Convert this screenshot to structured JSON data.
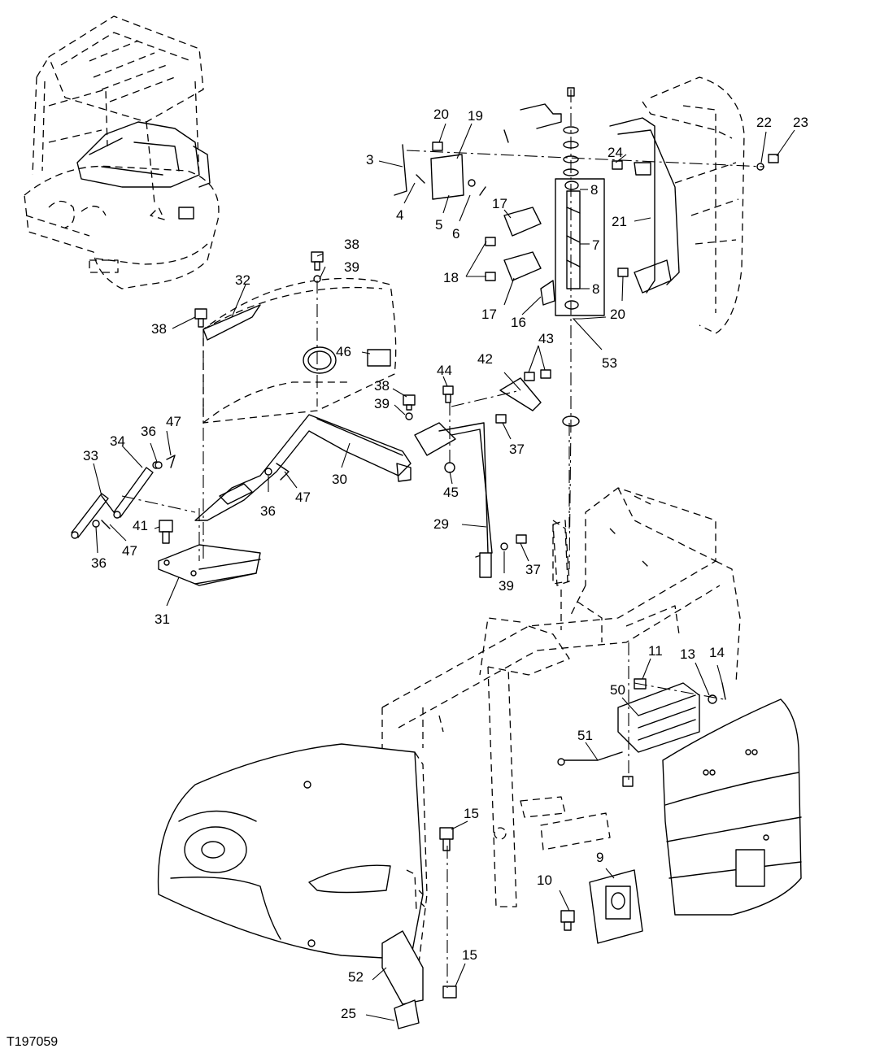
{
  "figure_id": "T197059",
  "callouts": [
    {
      "id": "c3",
      "label": "3"
    },
    {
      "id": "c4",
      "label": "4"
    },
    {
      "id": "c5",
      "label": "5"
    },
    {
      "id": "c6",
      "label": "6"
    },
    {
      "id": "c7",
      "label": "7"
    },
    {
      "id": "c8a",
      "label": "8"
    },
    {
      "id": "c8b",
      "label": "8"
    },
    {
      "id": "c9",
      "label": "9"
    },
    {
      "id": "c10",
      "label": "10"
    },
    {
      "id": "c11",
      "label": "11"
    },
    {
      "id": "c13",
      "label": "13"
    },
    {
      "id": "c14",
      "label": "14"
    },
    {
      "id": "c15a",
      "label": "15"
    },
    {
      "id": "c15b",
      "label": "15"
    },
    {
      "id": "c16",
      "label": "16"
    },
    {
      "id": "c17a",
      "label": "17"
    },
    {
      "id": "c17b",
      "label": "17"
    },
    {
      "id": "c18",
      "label": "18"
    },
    {
      "id": "c19",
      "label": "19"
    },
    {
      "id": "c20a",
      "label": "20"
    },
    {
      "id": "c20b",
      "label": "20"
    },
    {
      "id": "c21",
      "label": "21"
    },
    {
      "id": "c22",
      "label": "22"
    },
    {
      "id": "c23",
      "label": "23"
    },
    {
      "id": "c24",
      "label": "24"
    },
    {
      "id": "c25",
      "label": "25"
    },
    {
      "id": "c29",
      "label": "29"
    },
    {
      "id": "c30",
      "label": "30"
    },
    {
      "id": "c31",
      "label": "31"
    },
    {
      "id": "c32",
      "label": "32"
    },
    {
      "id": "c33",
      "label": "33"
    },
    {
      "id": "c34",
      "label": "34"
    },
    {
      "id": "c36a",
      "label": "36"
    },
    {
      "id": "c36b",
      "label": "36"
    },
    {
      "id": "c36c",
      "label": "36"
    },
    {
      "id": "c37a",
      "label": "37"
    },
    {
      "id": "c37b",
      "label": "37"
    },
    {
      "id": "c38a",
      "label": "38"
    },
    {
      "id": "c38b",
      "label": "38"
    },
    {
      "id": "c38c",
      "label": "38"
    },
    {
      "id": "c39a",
      "label": "39"
    },
    {
      "id": "c39b",
      "label": "39"
    },
    {
      "id": "c39c",
      "label": "39"
    },
    {
      "id": "c41",
      "label": "41"
    },
    {
      "id": "c42",
      "label": "42"
    },
    {
      "id": "c43",
      "label": "43"
    },
    {
      "id": "c44",
      "label": "44"
    },
    {
      "id": "c45",
      "label": "45"
    },
    {
      "id": "c46",
      "label": "46"
    },
    {
      "id": "c47a",
      "label": "47"
    },
    {
      "id": "c47b",
      "label": "47"
    },
    {
      "id": "c47c",
      "label": "47"
    },
    {
      "id": "c50",
      "label": "50"
    },
    {
      "id": "c51",
      "label": "51"
    },
    {
      "id": "c52",
      "label": "52"
    },
    {
      "id": "c53",
      "label": "53"
    }
  ]
}
